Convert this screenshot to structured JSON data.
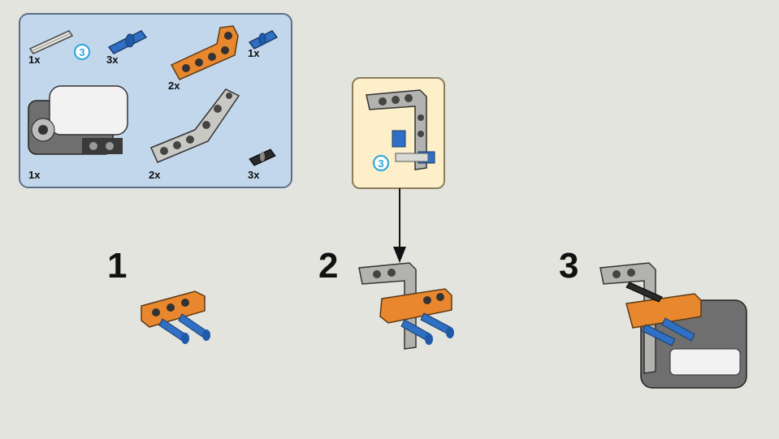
{
  "parts_list": {
    "items": [
      {
        "name": "axle",
        "qty": "1x"
      },
      {
        "name": "callout",
        "num": "3"
      },
      {
        "name": "blue-pin-long",
        "qty": "3x"
      },
      {
        "name": "orange-beam",
        "qty": "2x"
      },
      {
        "name": "blue-pin",
        "qty": "1x"
      },
      {
        "name": "sensor",
        "qty": "1x"
      },
      {
        "name": "grey-beam",
        "qty": "2x"
      },
      {
        "name": "black-pin",
        "qty": "3x"
      }
    ]
  },
  "subassembly": {
    "callout_number": "3"
  },
  "steps": [
    {
      "number": "1"
    },
    {
      "number": "2"
    },
    {
      "number": "3"
    }
  ],
  "colors": {
    "panel_blue": "#c3d7ec",
    "sub_panel": "#fcefca",
    "orange": "#e8872d",
    "blue": "#2f6fc4",
    "grey": "#a9a9a6",
    "callout": "#2aa6d8"
  }
}
